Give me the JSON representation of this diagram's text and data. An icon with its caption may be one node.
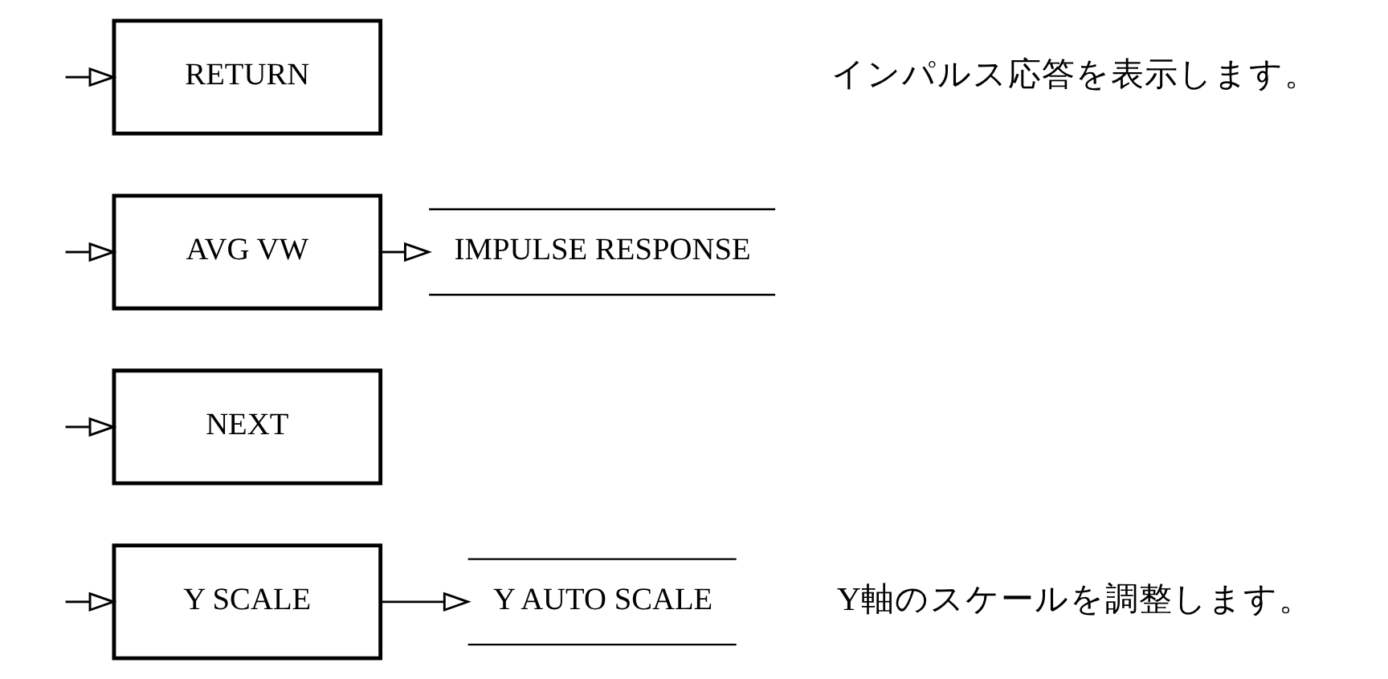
{
  "diagram": {
    "nodes": [
      {
        "text": [
          "RETURN"
        ]
      },
      {
        "text": [
          "AVG VW"
        ]
      },
      {
        "text": [
          "IMPULSE RESPONSE"
        ]
      },
      {
        "text": [
          "NEXT"
        ]
      },
      {
        "text": [
          "Y SCALE"
        ]
      },
      {
        "text": [
          "Y AUTO SCALE"
        ]
      }
    ],
    "edges": [
      {
        "from": null,
        "to": 0,
        "arrow": "to"
      },
      {
        "from": null,
        "to": 1,
        "arrow": "to"
      },
      {
        "from": 1,
        "to": 2,
        "arrow": "to"
      },
      {
        "from": null,
        "to": 3,
        "arrow": "to"
      },
      {
        "from": null,
        "to": 4,
        "arrow": "to"
      },
      {
        "from": 4,
        "to": 5,
        "arrow": "to"
      }
    ],
    "labels": [
      "インパルス応答を表示します。",
      "Y軸のスケールを調整します。"
    ]
  }
}
